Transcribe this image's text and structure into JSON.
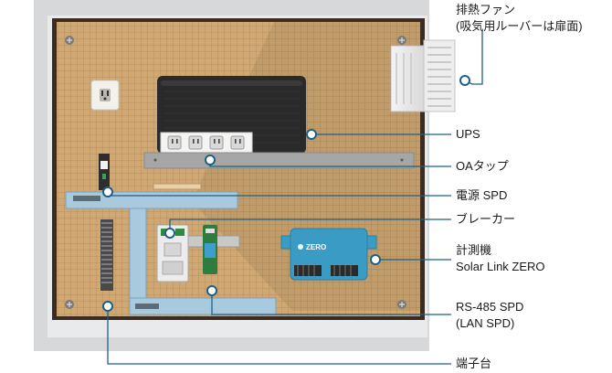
{
  "colors": {
    "cabinet": "#d7d8d9",
    "board": "#cfa874",
    "board_grid": "#b58a55",
    "board_frame": "#3b2b20",
    "ups": "#2a2a2a",
    "rail": "#a9c9de",
    "callout": "#1e5f86",
    "meter": "#3a9cc4"
  },
  "device": {
    "meter_brand": "ZERO"
  },
  "labels": {
    "fan": "排熱ファン",
    "fan_sub": "(吸気用ルーバーは扉面)",
    "ups": "UPS",
    "oa_tap": "OAタップ",
    "power_spd": "電源 SPD",
    "breaker": "ブレーカー",
    "meter_title": "計測機",
    "meter_name": "Solar Link ZERO",
    "rs485": "RS-485 SPD",
    "rs485_sub": "(LAN SPD)",
    "terminal": "端子台"
  }
}
